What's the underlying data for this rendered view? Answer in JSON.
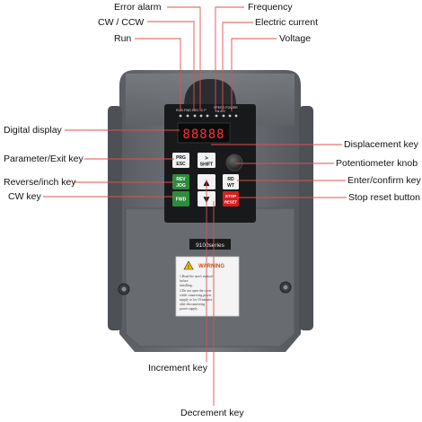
{
  "device": {
    "led_labels_left": "RUN FWD REV °C  P",
    "led_labels_right": "SPEED POWER",
    "led_labels_right_sub": "Hz  A  V",
    "display_digits": "88888",
    "keys": {
      "prg": "PRG",
      "esc": "ESC",
      "shift_arrow": ">",
      "shift": "SHIFT",
      "rev": "REV",
      "jog": "JOG",
      "rd": "RD",
      "wt": "WT",
      "fwd": "FWD",
      "stop": "STOP",
      "reset": "RESET",
      "up_arrow": "▲",
      "down_arrow": "▼"
    },
    "series_label": "9100series",
    "warning": {
      "title": "WARNING",
      "line1": "1.Read the user's manual",
      "line2": "before",
      "line3": "installing.",
      "line4": "2.Do not open the cover",
      "line5": "while connecting power",
      "line6": "supply or for 10 minutes",
      "line7": "after disconnecting",
      "line8": "power supply."
    }
  },
  "callouts": {
    "error_alarm": "Error alarm",
    "frequency": "Frequency",
    "cw_ccw": "CW / CCW",
    "electric_current": "Electric current",
    "run": "Run",
    "voltage": "Voltage",
    "digital_display": "Digital display",
    "displacement_key": "Displacement key",
    "parameter_exit_key": "Parameter/Exit key",
    "potentiometer_knob": "Potentiometer knob",
    "reverse_inch_key": "Reverse/inch key",
    "enter_confirm_key": "Enter/confirm key",
    "cw_key": "CW key",
    "stop_reset_button": "Stop reset button",
    "increment_key": "Increment key",
    "decrement_key": "Decrement key"
  },
  "colors": {
    "leader_line": "#e05050",
    "body_gray": "#6b6e73",
    "panel_black": "#18191b",
    "display_red": "#ff3030",
    "key_green": "#2e8b3e",
    "key_red": "#d42020",
    "key_white": "#f2f2f2"
  }
}
